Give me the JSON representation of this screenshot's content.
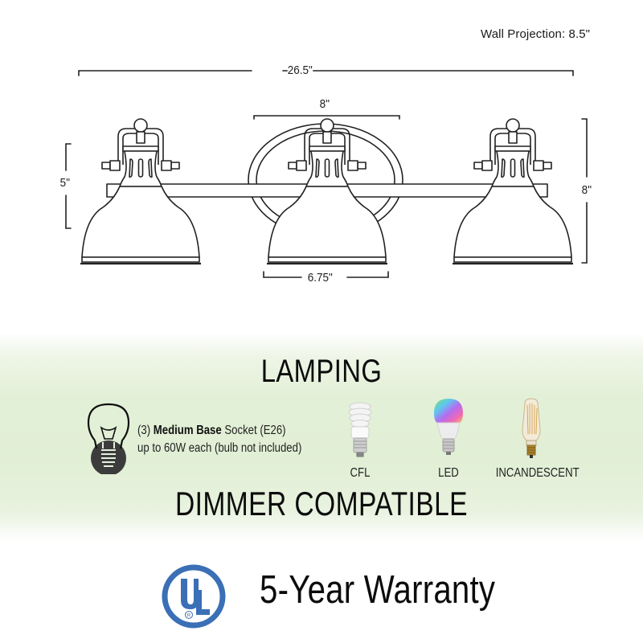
{
  "header": {
    "wall_projection": "Wall Projection: 8.5\""
  },
  "dimensions": {
    "overall_width": "26.5\"",
    "backplate_width": "8\"",
    "shade_height": "5\"",
    "overall_height": "8\"",
    "shade_diameter": "6.75\""
  },
  "fixture": {
    "lights": 3,
    "style": "3-light vanity with dome shades"
  },
  "lamping": {
    "title": "LAMPING",
    "socket_count": "(3)",
    "socket_type": "Medium Base",
    "socket_suffix": "Socket (E26)",
    "wattage_note": "up to 60W each (bulb not included)",
    "bulbs": [
      {
        "label": "CFL",
        "icon": "cfl-bulb-icon"
      },
      {
        "label": "LED",
        "icon": "led-bulb-icon"
      },
      {
        "label": "INCANDESCENT",
        "icon": "incandescent-bulb-icon"
      }
    ],
    "dimmer": "DIMMER COMPATIBLE"
  },
  "certification": {
    "logo_text": "UL",
    "registered": "®",
    "warranty": "5-Year Warranty",
    "color": "#3b6fb6"
  },
  "colors": {
    "band_green": "#e1efd5",
    "line": "#222222"
  }
}
